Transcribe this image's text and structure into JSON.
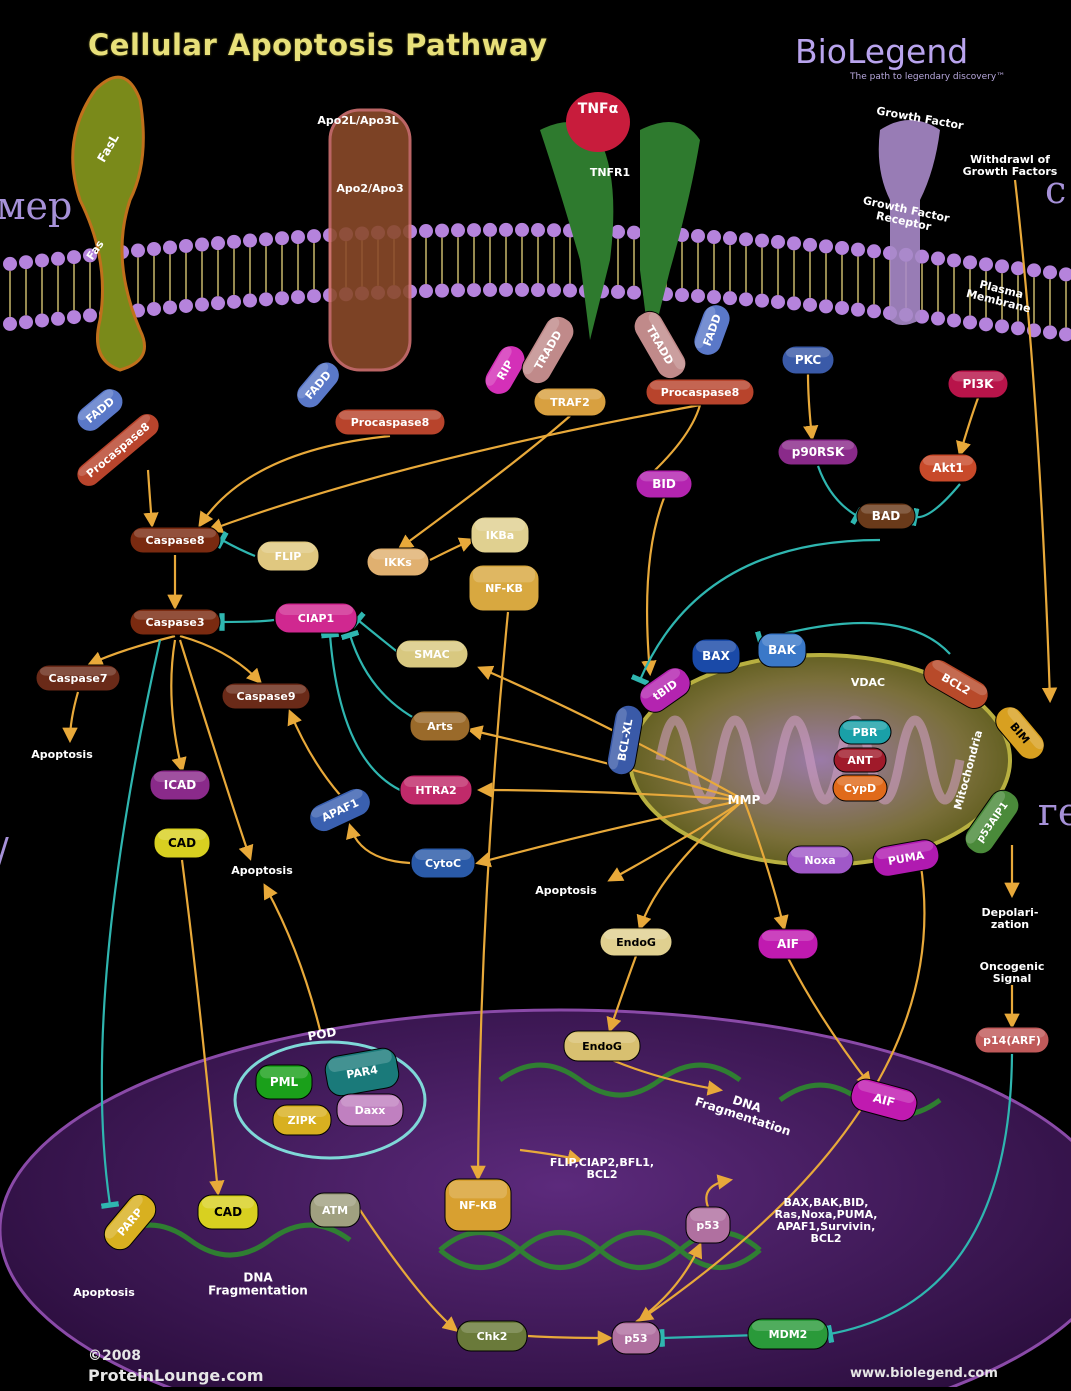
{
  "header": {
    "title": "Cellular Apoptosis Pathway",
    "brand": "BioLegend",
    "tagline": "The path to legendary discovery™"
  },
  "overlay_fragments": {
    "left_top": "мер",
    "right_top": "с",
    "right_mid": "ге",
    "left_mid": "/"
  },
  "footer": {
    "copyright_year": "©2008",
    "source": "ProteinLounge.com",
    "website": "www.biolegend.com"
  },
  "receptors": {
    "fasl": "FasL",
    "fas": "Fas",
    "apo2l": "Apo2L/Apo3L",
    "apo2": "Apo2/Apo3",
    "tnfa": "TNFα",
    "tnfr1": "TNFR1",
    "growth_factor": "Growth Factor",
    "gf_receptor": "Growth Factor Receptor",
    "withdrawal": "Withdrawl of Growth Factors",
    "plasma_membrane": "Plasma Membrane"
  },
  "nodes": {
    "fadd1": "FADD",
    "procasp8_1": "Procaspase8",
    "fadd2": "FADD",
    "procasp8_2": "Procaspase8",
    "rip": "RIP",
    "tradd1": "TRADD",
    "tradd2": "TRADD",
    "fadd3": "FADD",
    "traf2": "TRAF2",
    "procasp8_3": "Procaspase8",
    "pkc": "PKC",
    "pi3k": "PI3K",
    "p90rsk": "p90RSK",
    "akt1": "Akt1",
    "bad": "BAD",
    "bid": "BID",
    "caspase8": "Caspase8",
    "flip": "FLIP",
    "ikks": "IKKs",
    "ikba": "IKBa",
    "nfkb": "NF-KB",
    "caspase3": "Caspase3",
    "ciap1": "CIAP1",
    "smac": "SMAC",
    "caspase7": "Caspase7",
    "caspase9": "Caspase9",
    "arts": "Arts",
    "apoptosis1": "Apoptosis",
    "icad": "ICAD",
    "htra2": "HTRA2",
    "apaf1": "APAF1",
    "cad": "CAD",
    "apoptosis2": "Apoptosis",
    "cytoc": "CytoC",
    "apoptosis3": "Apoptosis",
    "bax": "BAX",
    "bak": "BAK",
    "tbid": "tBID",
    "vdac": "VDAC",
    "bcl2": "BCL2",
    "bim": "BIM",
    "bclxl": "BCL-XL",
    "pbr": "PBR",
    "ant": "ANT",
    "cypd": "CypD",
    "mmp": "MMP",
    "mitochondria": "Mitochondria",
    "noxa": "Noxa",
    "puma": "PUMA",
    "p53aip1": "p53AIP1",
    "depolarization": "Depolari- zation",
    "oncogenic": "Oncogenic Signal",
    "p14arf": "p14(ARF)",
    "endog1": "EndoG",
    "aif1": "AIF",
    "pod": "POD",
    "pml": "PML",
    "par4": "PAR4",
    "zipk": "ZIPK",
    "daxx": "Daxx",
    "endog2": "EndoG",
    "dna_frag": "DNA Fragmentation",
    "aif2": "AIF",
    "nfkb2": "NF-KB",
    "nfkb_targets": "FLIP,CIAP2,BFL1, BCL2",
    "p53_targets": "BAX,BAK,BID, Ras,Noxa,PUMA, APAF1,Survivin, BCL2",
    "p53a": "p53",
    "parp": "PARP",
    "cad2": "CAD",
    "atm": "ATM",
    "apoptosis4": "Apoptosis",
    "dna_frag2": "DNA Fragmentation",
    "chk2": "Chk2",
    "p53b": "p53",
    "mdm2": "MDM2"
  },
  "colors": {
    "activation_arrow": "#e8a93a",
    "inhibition_arrow": "#2fb6b0",
    "membrane": "#b07ed8",
    "nucleus": "#4a1e66",
    "mitochondria": "#7d7a28"
  }
}
